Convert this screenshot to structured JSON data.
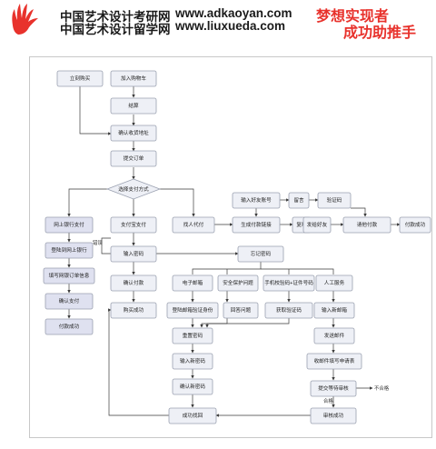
{
  "header": {
    "site_cn_1": "中国艺术设计考研网",
    "site_url_1": "www.adkaoyan.com",
    "site_cn_2": "中国艺术设计留学网",
    "site_url_2": "www.liuxueda.com",
    "slogan_1": "梦想实现者",
    "slogan_2": "成功助推手",
    "accent_color": "#e8322c"
  },
  "diagram": {
    "nodes": {
      "buy_now": "立刻购买",
      "add_cart": "加入购物车",
      "checkout": "结算",
      "confirm_addr": "确认收货地址",
      "submit_order": "提交订单",
      "pay_method": "选择支付方式",
      "bank_pay": "网上银行支付",
      "alipay_pay": "支付宝支付",
      "cod": "找人代付",
      "login_bank": "登陆到网上银行",
      "fill_bank": "填写网银订单信息",
      "confirm_pay": "确认支付",
      "pay_success_left": "付款成功",
      "enter_pwd": "输入密码",
      "confirm_payment": "确认付款",
      "purchase_success": "购买成功",
      "forgot_pwd": "忘记密码",
      "input_friend": "输入好友账号",
      "message": "留言",
      "verify_code_top": "验证码",
      "gen_link": "生成付款链接",
      "copy_link": "复制",
      "send_friend": "发给好友",
      "friend_pay": "请他付款",
      "pay_success_right": "付款成功",
      "email": "电子邮箱",
      "security": "安全保护问题",
      "phone_cert": "手机校验码+证件号码",
      "manual": "人工服务",
      "login_email_verify": "登陆邮箱验证身份",
      "answer_q": "回答问题",
      "get_code": "获取验证码",
      "input_new_email": "输入新邮箱",
      "reset_pwd": "重置密码",
      "send_mail": "发送邮件",
      "fill_form": "收邮件填写申请表",
      "input_new_pwd": "输入新密码",
      "submit_review": "提交等待审核",
      "confirm_new_pwd": "确认新密码",
      "retrieve_success": "成功找回",
      "review_success": "审核成功"
    },
    "edge_labels": {
      "error": "错误",
      "fail": "不合格",
      "pass": "合格"
    }
  }
}
